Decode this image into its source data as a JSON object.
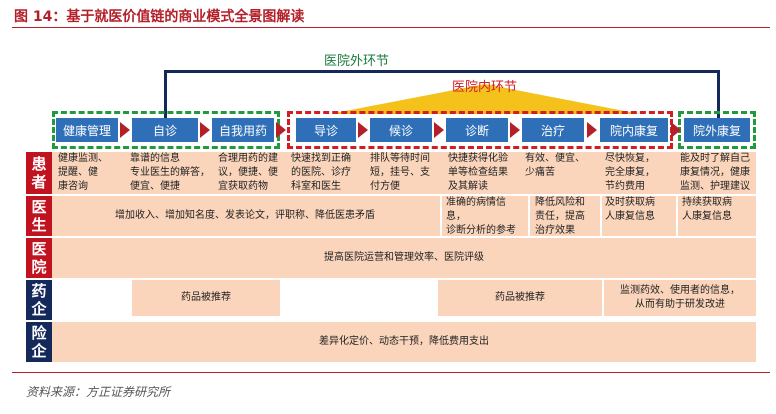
{
  "figure_title": "图 14：基于就医价值链的商业模式全景图解读",
  "outer_ring_label": "医院外环节",
  "inner_ring_label": "医院内环节",
  "stages": [
    "健康管理",
    "自诊",
    "自我用药",
    "导诊",
    "候诊",
    "诊断",
    "治疗",
    "院内康复",
    "院外康复"
  ],
  "rows": {
    "patient": {
      "label": "患者",
      "cells": [
        "健康监测、\n提醒、健\n康咨询",
        "靠谱的信息\n专业医生的解答，\n便宜、便捷",
        "合理用药的建\n议，便捷、便\n宜获取药物",
        "快速找到正确\n的医院、诊疗\n科室和医生",
        "排队等待时间\n短，挂号、支\n付方便",
        "快捷获得化验\n单等检查结果\n及其解读",
        "有效、便宜、\n少痛苦",
        "尽快恢复，\n完全康复，\n节约费用",
        "能及时了解自己\n康复情况，健康\n监测、护理建议"
      ]
    },
    "doctor": {
      "label": "医生",
      "cells": [
        "增加收入、增加知名度、发表论文，评职称、降低医患矛盾",
        "准确的病情信息，\n诊断分析的参考\n资料",
        "降低风险和\n责任，提高\n治疗效果",
        "及时获取病\n人康复信息",
        "持续获取病\n人康复信息"
      ]
    },
    "hospital": {
      "label": "医院",
      "text": "提高医院运营和管理效率、医院评级"
    },
    "pharma": {
      "label": "药企",
      "cells": [
        "药品被推荐",
        "药品被推荐",
        "监测药效、使用者的信息，\n从而有助于研发改进"
      ]
    },
    "insurance": {
      "label": "险企",
      "text": "差异化定价、动态干预，降低费用支出"
    }
  },
  "source": "资料来源：方正证券研究所",
  "colors": {
    "title_red": "#b3202a",
    "label_red": "#c1121f",
    "label_navy": "#14285a",
    "stage_blue": "#2e6fb7",
    "cell_peach": "#fbd5bb",
    "arrow_red": "#b3202a",
    "dash_green": "#1f9a3d",
    "dash_red": "#d11d24",
    "triangle_gold": "#f4c21a"
  }
}
